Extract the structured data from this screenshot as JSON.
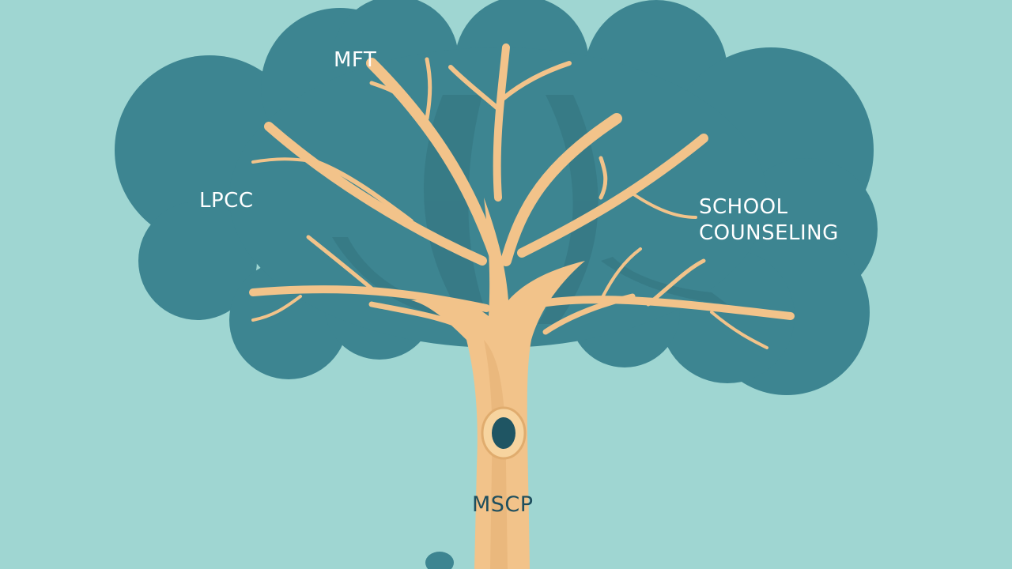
{
  "labels": {
    "mft": "MFT",
    "lpcc": "LPCC",
    "school_line1": "SCHOOL",
    "school_line2": "COUNSELING",
    "mscp": "MSCP"
  },
  "colors": {
    "background": "#9fd6d2",
    "canopy": "#3d8591",
    "canopy_shadow": "#33727e",
    "trunk": "#f2c38a",
    "trunk_shade": "#e7b477",
    "knot_ring": "#f7d49f",
    "knot_hole": "#1f5563",
    "label_light": "#ffffff",
    "label_dark": "#1f4f5e"
  }
}
